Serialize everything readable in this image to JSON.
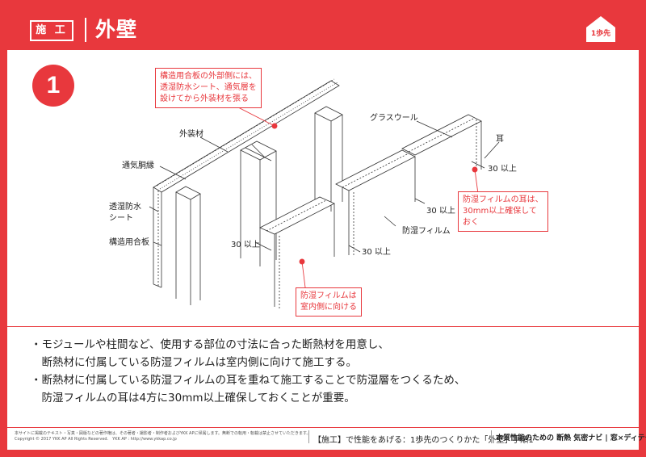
{
  "header": {
    "badge": "施 工",
    "title": "外壁",
    "step_icon_label": "1歩先"
  },
  "step_number": "1",
  "labels": {
    "cladding": "外装材",
    "air_furring": "通気胴縁",
    "breathable_sheet_l1": "透湿防水",
    "breathable_sheet_l2": "シート",
    "plywood": "構造用合板",
    "glass_wool": "グラスウール",
    "ear": "耳",
    "vapor_film": "防湿フィルム",
    "dim_30_top_right": "30 以上",
    "dim_30_mid_right": "30 以上",
    "dim_30_bottom": "30 以上",
    "dim_30_left": "30 以上"
  },
  "callouts": {
    "top": "構造用合板の外部側には、\n透湿防水シート、通気層を\n設けてから外装材を張る",
    "ear": "防湿フィルムの耳は、\n30mm以上確保して\nおく",
    "film": "防湿フィルムは\n室内側に向ける"
  },
  "bullets": [
    "・モジュールや柱間など、使用する部位の寸法に合った断熱材を用意し、",
    "　断熱材に付属している防湿フィルムは室内側に向けて施工する。",
    "・断熱材に付属している防湿フィルムの耳を重ねて施工することで防湿層をつくるため、",
    "　防湿フィルムの耳は4方に30mm以上確保しておくことが重要。"
  ],
  "footer": {
    "note_line1": "本サイトに掲載のテキスト・写真・図版などの著作権は、その著者・撮影者・制作者およびYKK APに帰属します。無断での転用・転載は禁止させていただきます。",
    "note_line2": "Copyright © 2017 YKK AP All Rights Reserved.　YKK AP : http://www.ykkap.co.jp",
    "center": "【施工】で性能をあげる：1歩先のつくりかた「外壁」手順1",
    "brand": "本質性能のための 断熱 気密ナビ | 窓×ディテール"
  },
  "colors": {
    "accent": "#e8383d",
    "line": "#333333"
  }
}
